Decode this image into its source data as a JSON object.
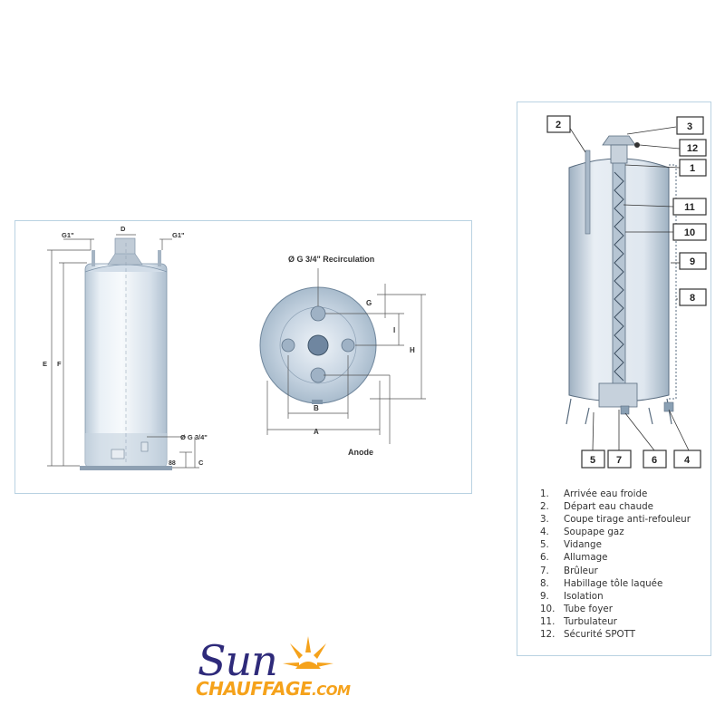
{
  "front_view": {
    "label_g1_left": "G1\"",
    "label_d": "D",
    "label_g1_right": "G1\"",
    "label_e": "E",
    "label_f": "F",
    "label_inlet": "Ø G 3/4\"",
    "label_88": "88",
    "label_c": "C"
  },
  "top_view": {
    "recirculation": "Ø G 3/4\" Recirculation",
    "label_g": "G",
    "label_i": "I",
    "label_h": "H",
    "label_b": "B",
    "label_a": "A",
    "anode": "Anode"
  },
  "cutaway": {
    "callouts": [
      "1",
      "2",
      "3",
      "4",
      "5",
      "6",
      "7",
      "8",
      "9",
      "10",
      "11",
      "12"
    ]
  },
  "legend": [
    {
      "num": "1.",
      "text": "Arrivée eau froide"
    },
    {
      "num": "2.",
      "text": "Départ eau chaude"
    },
    {
      "num": "3.",
      "text": "Coupe tirage anti-refouleur"
    },
    {
      "num": "4.",
      "text": "Soupape gaz"
    },
    {
      "num": "5.",
      "text": "Vidange"
    },
    {
      "num": "6.",
      "text": "Allumage"
    },
    {
      "num": "7.",
      "text": "Brûleur"
    },
    {
      "num": "8.",
      "text": "Habillage tôle laquée"
    },
    {
      "num": "9.",
      "text": "Isolation"
    },
    {
      "num": "10.",
      "text": "Tube foyer"
    },
    {
      "num": "11.",
      "text": "Turbulateur"
    },
    {
      "num": "12.",
      "text": "Sécurité SPOTT"
    }
  ],
  "logo": {
    "word_top": "Sun",
    "word_bottom": "CHAUFFAGE",
    "suffix": ".COM",
    "colors": {
      "navy": "#2e2a7a",
      "orange": "#f5a21b"
    }
  }
}
